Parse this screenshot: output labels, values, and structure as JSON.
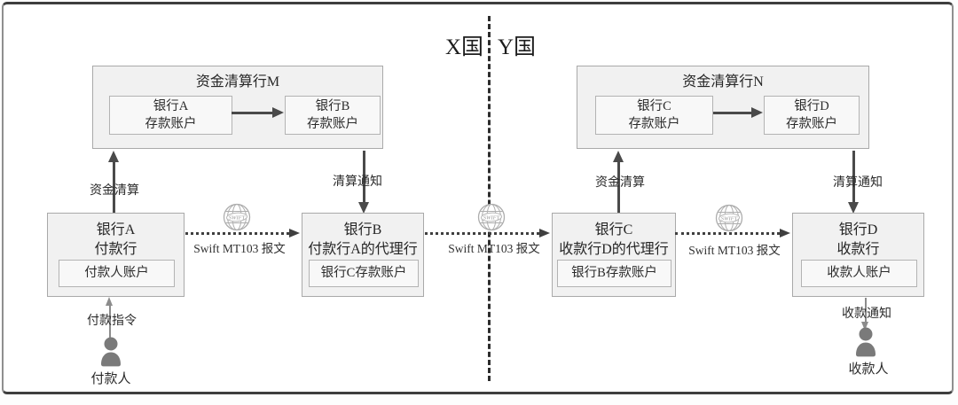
{
  "countries": {
    "left": "X国",
    "right": "Y国"
  },
  "clearing_banks": {
    "m": {
      "title": "资金清算行M",
      "account_a": {
        "line1": "银行A",
        "line2": "存款账户"
      },
      "account_b": {
        "line1": "银行B",
        "line2": "存款账户"
      }
    },
    "n": {
      "title": "资金清算行N",
      "account_c": {
        "line1": "银行C",
        "line2": "存款账户"
      },
      "account_d": {
        "line1": "银行D",
        "line2": "存款账户"
      }
    }
  },
  "flow_labels": {
    "funds_settlement_left": "资金清算",
    "clearing_notice_left": "清算通知",
    "funds_settlement_right": "资金清算",
    "clearing_notice_right": "清算通知"
  },
  "banks": {
    "a": {
      "line1": "银行A",
      "line2": "付款行",
      "account": "付款人账户"
    },
    "b": {
      "line1": "银行B",
      "line2": "付款行A的代理行",
      "account": "银行C存款账户"
    },
    "c": {
      "line1": "银行C",
      "line2": "收款行D的代理行",
      "account": "银行B存款账户"
    },
    "d": {
      "line1": "银行D",
      "line2": "收款行",
      "account": "收款人账户"
    }
  },
  "swift": {
    "logo_text": "SWIFT",
    "message_label": "Swift MT103 报文"
  },
  "actors": {
    "payer": {
      "name": "付款人",
      "action_label": "付款指令"
    },
    "payee": {
      "name": "收款人",
      "action_label": "收款通知"
    }
  },
  "colors": {
    "box_fill": "#f1f1f1",
    "box_border": "#a9a9a9",
    "arrow": "#4a4a4a",
    "swift_gray": "#adadad",
    "person": "#7a7a7a",
    "divider": "#2c2c2c"
  }
}
